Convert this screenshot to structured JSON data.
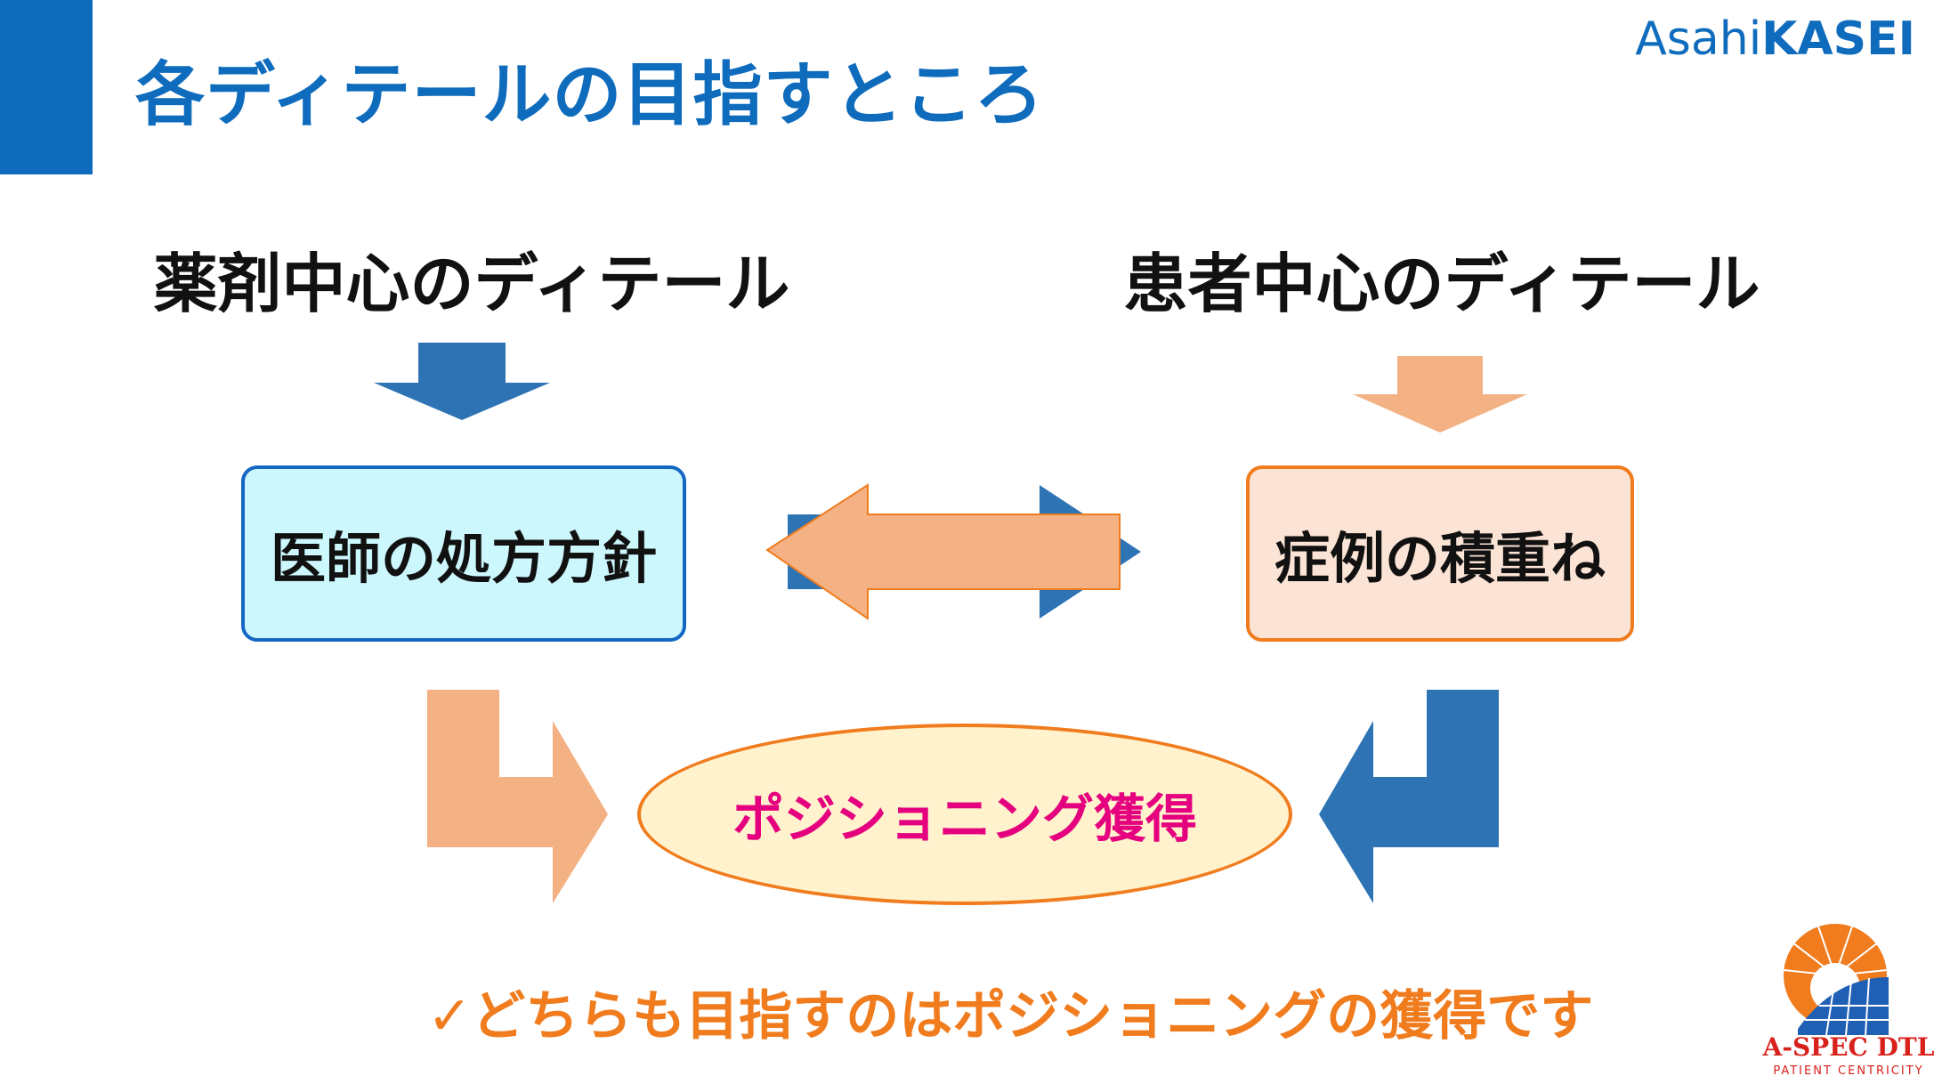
{
  "slide": {
    "title": "各ディテールの目指すところ",
    "brand_part1": "Asahi",
    "brand_part2": "KASEI"
  },
  "diagram": {
    "left_heading": "薬剤中心のディテール",
    "right_heading": "患者中心のディテール",
    "left_box": "医師の処方方針",
    "right_box": "症例の積重ね",
    "goal": "ポジショニング獲得"
  },
  "footer": {
    "note": "✓どちらも目指すのはポジショニングの獲得です"
  },
  "logo": {
    "name": "A-SPEC DTL",
    "tagline": "PATIENT CENTRICITY"
  },
  "colors": {
    "blue": "#2e74b5",
    "orange_light": "#f4b183",
    "orange": "#f07c1e",
    "magenta": "#e5007f",
    "title_blue": "#0f6cbd"
  }
}
